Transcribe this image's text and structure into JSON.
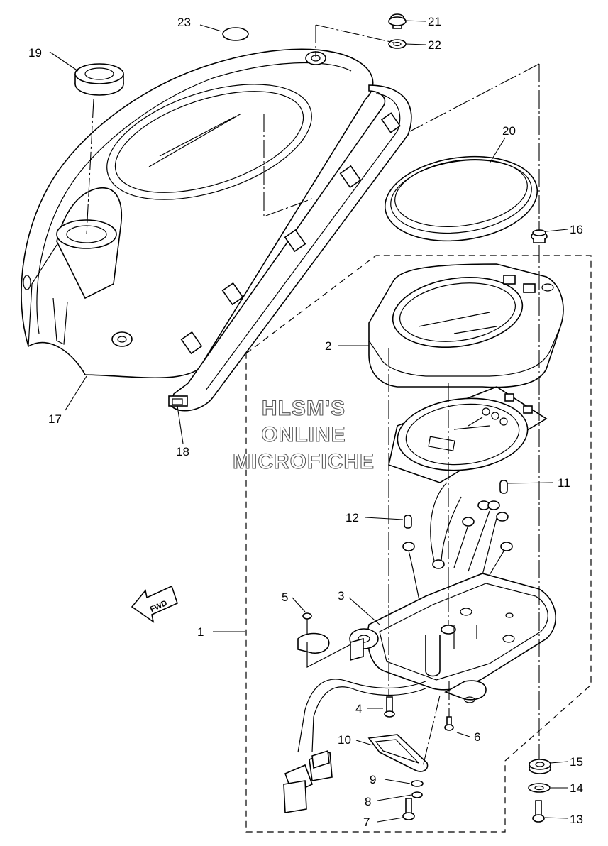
{
  "diagram": {
    "watermark": [
      "HLSM'S",
      "ONLINE",
      "MICROFICHE"
    ],
    "fwd_label": "FWD",
    "callouts": [
      {
        "id": "1",
        "label": "1"
      },
      {
        "id": "2",
        "label": "2"
      },
      {
        "id": "3",
        "label": "3"
      },
      {
        "id": "4",
        "label": "4"
      },
      {
        "id": "5",
        "label": "5"
      },
      {
        "id": "6",
        "label": "6"
      },
      {
        "id": "7",
        "label": "7"
      },
      {
        "id": "8",
        "label": "8"
      },
      {
        "id": "9",
        "label": "9"
      },
      {
        "id": "10",
        "label": "10"
      },
      {
        "id": "11",
        "label": "11"
      },
      {
        "id": "12",
        "label": "12"
      },
      {
        "id": "13",
        "label": "13"
      },
      {
        "id": "14",
        "label": "14"
      },
      {
        "id": "15",
        "label": "15"
      },
      {
        "id": "16",
        "label": "16"
      },
      {
        "id": "17",
        "label": "17"
      },
      {
        "id": "18",
        "label": "18"
      },
      {
        "id": "19",
        "label": "19"
      },
      {
        "id": "20",
        "label": "20"
      },
      {
        "id": "21",
        "label": "21"
      },
      {
        "id": "22",
        "label": "22"
      },
      {
        "id": "23",
        "label": "23"
      }
    ]
  }
}
